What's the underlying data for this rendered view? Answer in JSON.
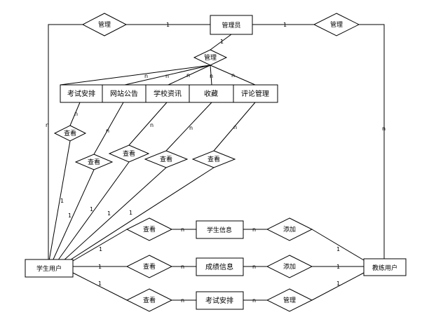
{
  "entities": {
    "admin": "管理员",
    "exam_schedule": "考试安排",
    "site_notice": "网站公告",
    "school_news": "学校资讯",
    "favorites": "收藏",
    "comment_mgmt": "评论管理",
    "student_user": "学生用户",
    "teacher_user": "教练用户",
    "student_info": "学生信息",
    "grade_info": "成绩信息",
    "exam_schedule_bottom": "考试安排"
  },
  "relations": {
    "manage_left": "管理",
    "manage_right": "管理",
    "manage_center": "管理",
    "view_exam": "查看",
    "view_notice": "查看",
    "view_news": "查看",
    "view_fav": "查看",
    "view_comment": "查看",
    "view_student_info": "查看",
    "view_grade": "查看",
    "view_exam_schedule": "查看",
    "add_student_info": "添加",
    "add_grade": "添加",
    "manage_exam": "管理"
  },
  "cardinality": {
    "one": "1",
    "many": "n"
  }
}
